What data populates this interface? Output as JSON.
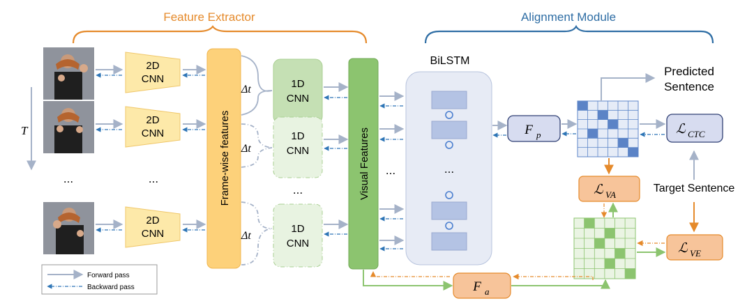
{
  "sections": {
    "feature_extractor": "Feature Extractor",
    "alignment_module": "Alignment Module"
  },
  "time_axis_label": "T",
  "cnn2d": [
    "2D\nCNN",
    "2D\nCNN",
    "2D\nCNN"
  ],
  "frame_wise_label": "Frame-wise features",
  "delta_t": [
    "Δt",
    "Δt",
    "Δt"
  ],
  "cnn1d": [
    "1D\nCNN",
    "1D\nCNN",
    "1D\nCNN"
  ],
  "visual_features_label": "Visual Features",
  "ellipsis": "...",
  "bilstm_label": "BiLSTM",
  "fp": {
    "base": "F",
    "sub": "p"
  },
  "fa": {
    "base": "F",
    "sub": "a"
  },
  "predicted_sentence": [
    "Predicted",
    "Sentence"
  ],
  "target_sentence": "Target Sentence",
  "losses": {
    "ctc": {
      "base": "ℒ",
      "sub": "CTC"
    },
    "va": {
      "base": "ℒ",
      "sub": "VA"
    },
    "ve": {
      "base": "ℒ",
      "sub": "VE"
    }
  },
  "legend": {
    "forward": "Forward   pass",
    "backward": "Backward pass"
  },
  "colors": {
    "orange": "#e58a2b",
    "blue_title": "#2e6da4",
    "cnn2d_fill": "#fde9a9",
    "frame_fill": "#fdd17a",
    "cnn1d_fill": "#c5e0b4",
    "visual_fill": "#8cc46f",
    "bilstm_fill": "#e7ebf5",
    "loss_blue": "#d7dcf0",
    "loss_orange": "#f7c49a",
    "arrow_fwd": "#a5b2c8",
    "arrow_bwd": "#2e75b6"
  }
}
